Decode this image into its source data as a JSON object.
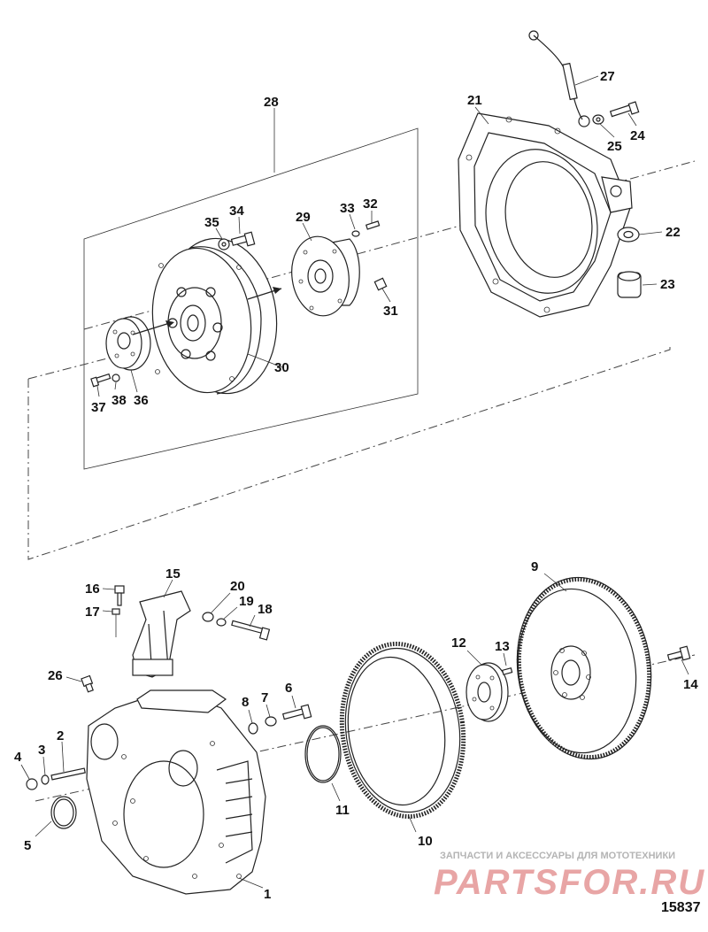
{
  "callouts": {
    "c1": "1",
    "c2": "2",
    "c3": "3",
    "c4": "4",
    "c5": "5",
    "c6": "6",
    "c7": "7",
    "c8": "8",
    "c9": "9",
    "c10": "10",
    "c11": "11",
    "c12": "12",
    "c13": "13",
    "c14": "14",
    "c15": "15",
    "c16": "16",
    "c17": "17",
    "c18": "18",
    "c19": "19",
    "c20": "20",
    "c21": "21",
    "c22": "22",
    "c23": "23",
    "c24": "24",
    "c25": "25",
    "c26": "26",
    "c27": "27",
    "c28": "28",
    "c29": "29",
    "c30": "30",
    "c31": "31",
    "c32": "32",
    "c33": "33",
    "c34": "34",
    "c35": "35",
    "c36": "36",
    "c37": "37",
    "c38": "38"
  },
  "watermark": {
    "tagline": "ЗАПЧАСТИ И АКСЕССУАРЫ ДЛЯ МОТОТЕХНИКИ",
    "brand": "PARTSFOR.RU"
  },
  "figure_id": "15837"
}
